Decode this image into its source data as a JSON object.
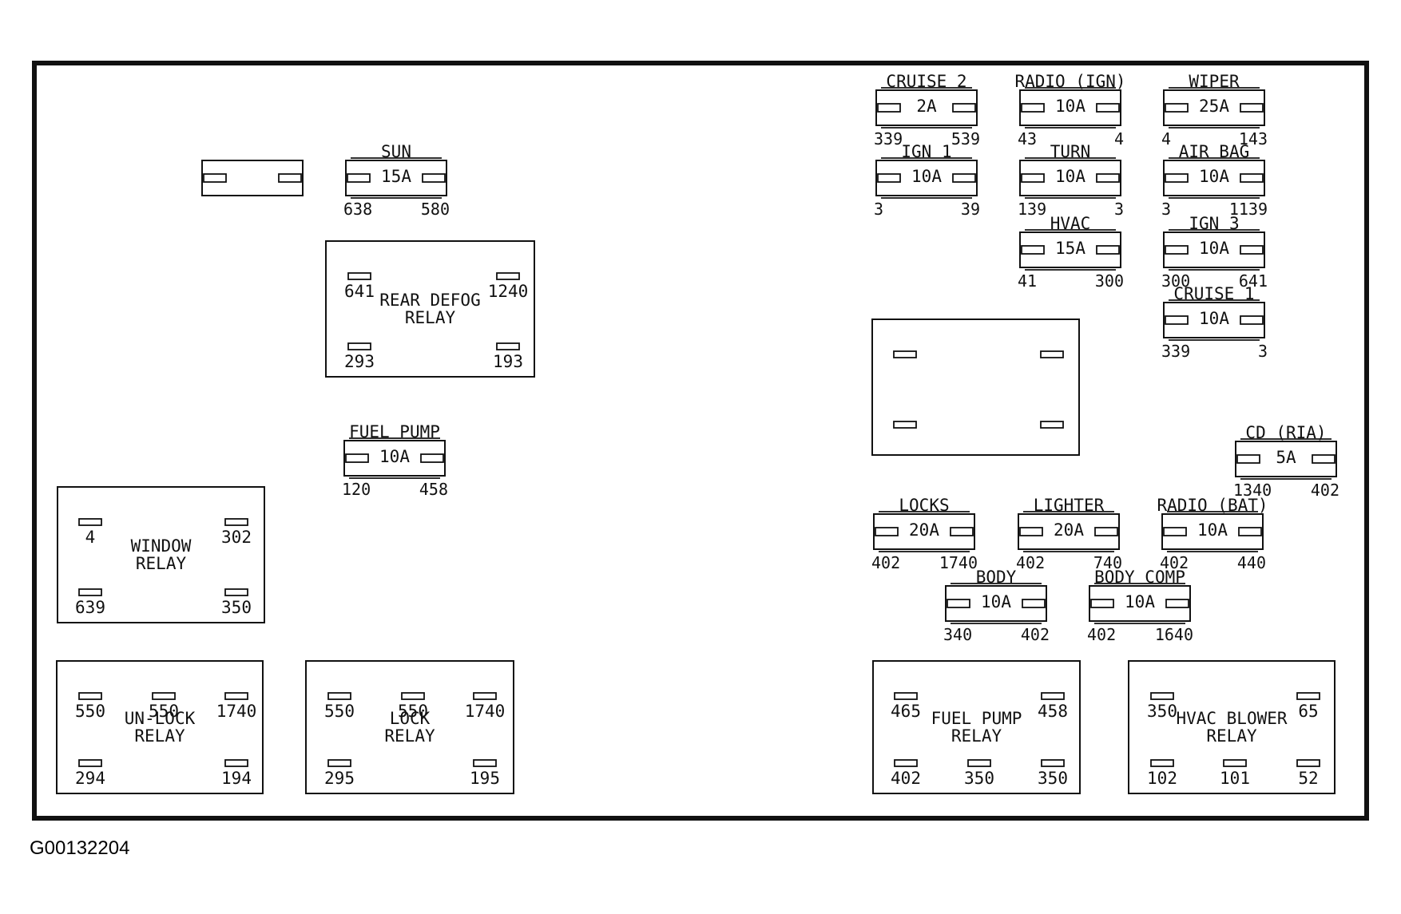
{
  "figure_code": "G00132204",
  "unlabeled_fuse": {},
  "fuses": [
    {
      "label": "CRUISE 2",
      "rating": "2A",
      "left_pin": "339",
      "right_pin": "539"
    },
    {
      "label": "RADIO (IGN)",
      "rating": "10A",
      "left_pin": "43",
      "right_pin": "4"
    },
    {
      "label": "WIPER",
      "rating": "25A",
      "left_pin": "4",
      "right_pin": "143"
    },
    {
      "label": "SUN",
      "rating": "15A",
      "left_pin": "638",
      "right_pin": "580"
    },
    {
      "label": "IGN 1",
      "rating": "10A",
      "left_pin": "3",
      "right_pin": "39"
    },
    {
      "label": "TURN",
      "rating": "10A",
      "left_pin": "139",
      "right_pin": "3"
    },
    {
      "label": "AIR BAG",
      "rating": "10A",
      "left_pin": "3",
      "right_pin": "1139"
    },
    {
      "label": "HVAC",
      "rating": "15A",
      "left_pin": "41",
      "right_pin": "300"
    },
    {
      "label": "IGN 3",
      "rating": "10A",
      "left_pin": "300",
      "right_pin": "641"
    },
    {
      "label": "CRUISE 1",
      "rating": "10A",
      "left_pin": "339",
      "right_pin": "3"
    },
    {
      "label": "FUEL PUMP",
      "rating": "10A",
      "left_pin": "120",
      "right_pin": "458"
    },
    {
      "label": "CD (RIA)",
      "rating": "5A",
      "left_pin": "1340",
      "right_pin": "402"
    },
    {
      "label": "LOCKS",
      "rating": "20A",
      "left_pin": "402",
      "right_pin": "1740"
    },
    {
      "label": "LIGHTER",
      "rating": "20A",
      "left_pin": "402",
      "right_pin": "740"
    },
    {
      "label": "RADIO (BAT)",
      "rating": "10A",
      "left_pin": "402",
      "right_pin": "440"
    },
    {
      "label": "BODY",
      "rating": "10A",
      "left_pin": "340",
      "right_pin": "402"
    },
    {
      "label": "BODY COMP",
      "rating": "10A",
      "left_pin": "402",
      "right_pin": "1640"
    }
  ],
  "relays": [
    {
      "label_lines": [
        "REAR DEFOG",
        "RELAY"
      ],
      "pins_top": [
        "641",
        "1240"
      ],
      "pins_bottom": [
        "293",
        "193"
      ]
    },
    {
      "label_lines": [
        "WINDOW",
        "RELAY"
      ],
      "pins_top": [
        "4",
        "302"
      ],
      "pins_bottom": [
        "639",
        "350"
      ]
    },
    {
      "label_lines": [
        "UN-LOCK",
        "RELAY"
      ],
      "pins_top": [
        "550",
        "550",
        "1740"
      ],
      "pins_bottom": [
        "294",
        "194"
      ]
    },
    {
      "label_lines": [
        "LOCK",
        "RELAY"
      ],
      "pins_top": [
        "550",
        "550",
        "1740"
      ],
      "pins_bottom": [
        "295",
        "195"
      ]
    },
    {
      "label_lines": [
        "FUEL PUMP",
        "RELAY"
      ],
      "pins_top": [
        "465",
        "458"
      ],
      "pins_bottom": [
        "402",
        "350",
        "350"
      ]
    },
    {
      "label_lines": [
        "HVAC BLOWER",
        "RELAY"
      ],
      "pins_top": [
        "350",
        "65"
      ],
      "pins_bottom": [
        "102",
        "101",
        "52"
      ]
    },
    {
      "label_lines": [],
      "pins_top": [],
      "pins_bottom": []
    }
  ]
}
